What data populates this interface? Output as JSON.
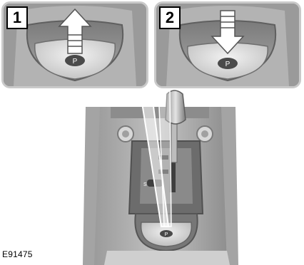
{
  "panels": [
    {
      "number": "1",
      "action": "up"
    },
    {
      "number": "2",
      "action": "down"
    }
  ],
  "park_symbol": "P",
  "gear_mark": "S",
  "figure_ref": "E91475",
  "colors": {
    "panel_bg": "#8e8e8e",
    "panel_border": "#c9c9c9",
    "arrow_fill": "#ffffff",
    "console_dark": "#6a6a6a"
  },
  "icons": [
    "arrow-up-icon",
    "arrow-down-icon",
    "park-button-icon",
    "gear-selector-icon"
  ]
}
